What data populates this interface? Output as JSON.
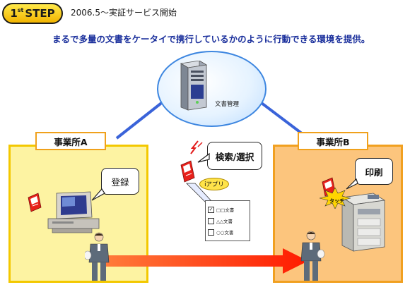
{
  "header": {
    "step_number": "1",
    "step_suffix": "st",
    "step_word": "STEP",
    "date_text": "2006.5～実証サービス開始",
    "subtitle": "まるで多量の文書をケータイで携行しているかのように行動できる環境を提供。"
  },
  "server": {
    "caption": "文書管理"
  },
  "office_a": {
    "label": "事業所A",
    "bubble": "登録"
  },
  "office_b": {
    "label": "事業所B",
    "bubble": "印刷",
    "touch": "タッチ"
  },
  "mobile": {
    "bubble": "検索/選択",
    "app_badge": "iアプリ",
    "list_rows": [
      {
        "check": "✓",
        "text": "□□文書"
      },
      {
        "check": "",
        "text": "△△文書"
      },
      {
        "check": "",
        "text": "○○文書"
      }
    ]
  },
  "colors": {
    "office_a_fill": "#fdf3a2",
    "office_b_fill": "#fcc57d",
    "connector": "#3a63d9",
    "flow_arrow": "#ff2a00",
    "subtitle": "#1a2f9c"
  },
  "icons": [
    "server-icon",
    "mobile-phone-icon",
    "desktop-computer-icon",
    "person-icon",
    "multifunction-printer-icon",
    "signal-waves-icon",
    "touch-burst-icon"
  ]
}
